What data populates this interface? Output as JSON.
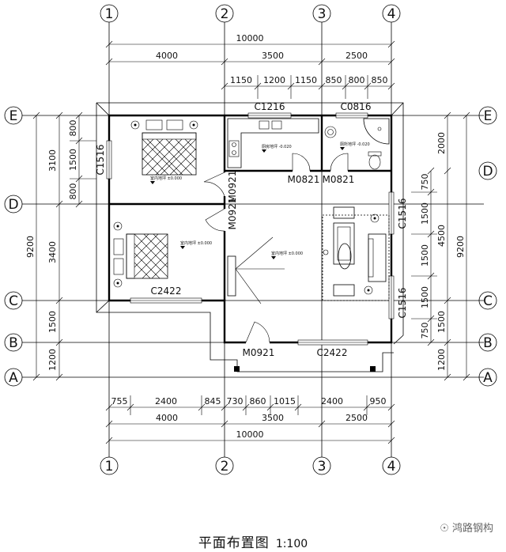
{
  "drawing": {
    "axes_vertical": [
      "1",
      "2",
      "3",
      "4"
    ],
    "axes_horizontal": [
      "E",
      "D",
      "C",
      "B",
      "A"
    ],
    "top_dims": {
      "overall": "10000",
      "segments": [
        "4000",
        "3500",
        "2500"
      ],
      "window_row": [
        "1150",
        "1200",
        "1150",
        "850",
        "800",
        "850"
      ]
    },
    "bottom_dims": {
      "details": [
        "755",
        "2400",
        "845",
        "730",
        "860",
        "1015",
        "2400",
        "950"
      ],
      "segments": [
        "4000",
        "3500",
        "2500"
      ],
      "overall": "10000"
    },
    "left_dims": {
      "overall": "9200",
      "segments": [
        "3100",
        "3400",
        "1500",
        "1200"
      ],
      "window_row": [
        "800",
        "1500",
        "800"
      ]
    },
    "right_dims": {
      "overall": "9200",
      "segments": [
        "2000",
        "4500",
        "1500",
        "1200"
      ],
      "window_row": [
        "750",
        "1500",
        "1500",
        "1500",
        "750"
      ]
    },
    "openings": {
      "top_window_kitchen": "C1216",
      "top_window_bath": "C0816",
      "left_window": "C1516",
      "bedroom_window": "C2422",
      "front_window": "C2422",
      "right_window_upper": "C1516",
      "right_window_lower": "C1516",
      "door_kitchen": "M0821",
      "door_bath": "M0821",
      "door_bed_upper": "M0921",
      "door_bed_lower": "M0921",
      "door_front": "M0921"
    },
    "room_levels": {
      "bedroom1": "室内地坪 ±0.000",
      "bedroom2": "室内地坪 ±0.000",
      "living": "室内地坪 ±0.000",
      "kitchen": "厨房地坪 -0.020",
      "bathroom": "厕所地坪 -0.020"
    }
  },
  "caption": {
    "title": "平面布置图",
    "scale": "1:100"
  },
  "watermark": "鸿路钢构"
}
